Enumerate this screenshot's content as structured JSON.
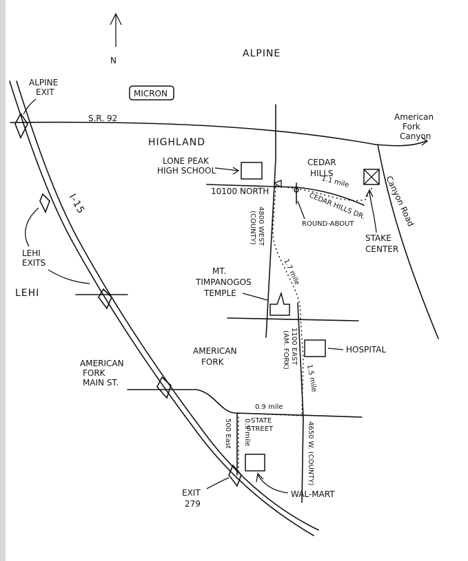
{
  "compass": {
    "label": "N"
  },
  "places": {
    "alpine": "ALPINE",
    "highland": "HIGHLAND",
    "lehi": "LEHI",
    "american_fork": [
      "AMERICAN",
      "FORK"
    ],
    "cedar_hills": [
      "CEDAR",
      "HILLS"
    ]
  },
  "landmarks": {
    "micron": "MICRON",
    "lone_peak": [
      "LONE PEAK",
      "HIGH SCHOOL"
    ],
    "temple": [
      "MT.",
      "TIMPANOGOS",
      "TEMPLE"
    ],
    "hospital": "HOSPITAL",
    "walmart": "WAL-MART",
    "stake_center": [
      "STAKE",
      "CENTER"
    ],
    "roundabout": "ROUND-ABOUT"
  },
  "roads": {
    "sr92": "S.R. 92",
    "i15": "I-15",
    "north_10100": "10100 NORTH",
    "west_4800": [
      "4800 WEST",
      "(COUNTY)"
    ],
    "cedar_hills_dr": "CEDAR HILLS DR.",
    "canyon_road": "Canyon Road",
    "east_1100": [
      "1100 EAST",
      "(AM. FORK)"
    ],
    "west_4650": "4650 W. (COUNTY)",
    "state_street": [
      "STATE",
      "STREET"
    ],
    "east_500": "500 East",
    "am_fork_canyon": [
      "American",
      "Fork",
      "Canyon"
    ]
  },
  "exits": {
    "alpine_exit": [
      "ALPINE",
      "EXIT"
    ],
    "lehi_exits": [
      "LEHI",
      "EXITS"
    ],
    "am_fork_main": [
      "AMERICAN",
      "FORK",
      "MAIN ST."
    ],
    "exit_279": [
      "EXIT",
      "279"
    ]
  },
  "distances": {
    "d1": "1.1 mile",
    "d2": "1.7 mile",
    "d3": "1.5 mile",
    "d4": "0.9 mile",
    "d5": "0.9 mile"
  }
}
